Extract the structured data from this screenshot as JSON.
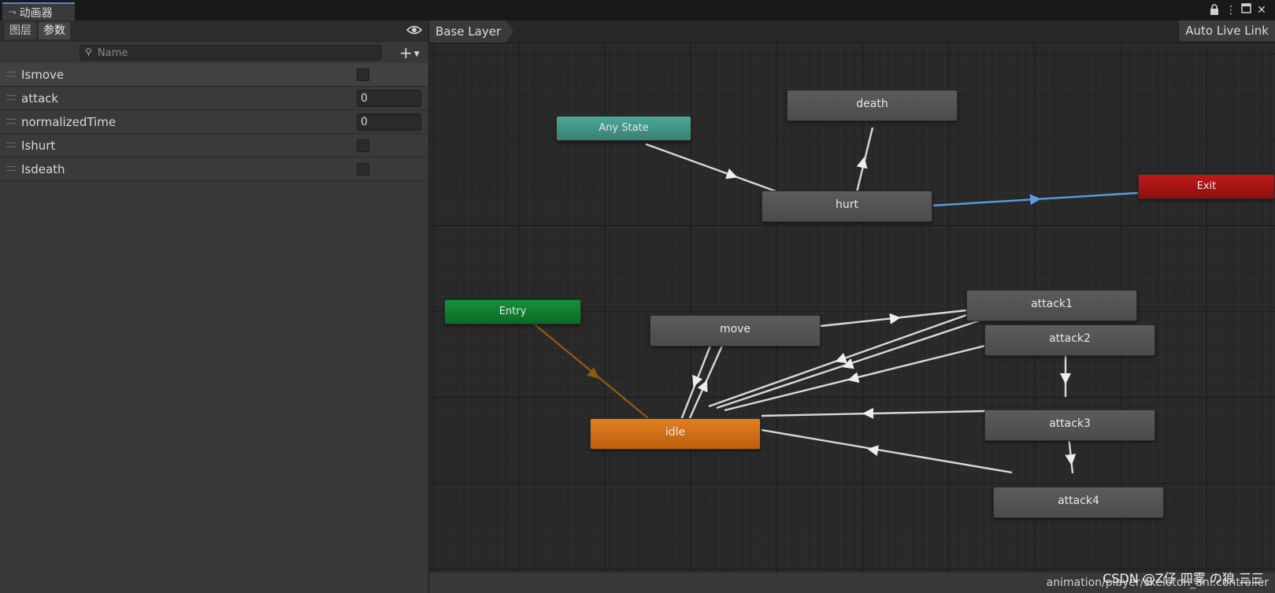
{
  "window": {
    "tab_title": "动画器",
    "buttons": [
      "lock-icon",
      "menu-dots-icon",
      "maximize-icon",
      "close-icon"
    ]
  },
  "left_panel": {
    "tabs": [
      {
        "label": "图层",
        "active": false
      },
      {
        "label": "参数",
        "active": true
      }
    ],
    "search": {
      "placeholder": "Name",
      "value": ""
    },
    "add_label": "+",
    "parameters": [
      {
        "name": "Ismove",
        "type": "bool",
        "value": false
      },
      {
        "name": "attack",
        "type": "int",
        "value": "0"
      },
      {
        "name": "normalizedTime",
        "type": "float",
        "value": "0"
      },
      {
        "name": "Ishurt",
        "type": "bool",
        "value": false
      },
      {
        "name": "Isdeath",
        "type": "bool",
        "value": false
      }
    ]
  },
  "graph": {
    "breadcrumb": "Base Layer",
    "auto_live_link": "Auto Live Link",
    "states": {
      "any_state": "Any State",
      "entry": "Entry",
      "exit": "Exit",
      "death": "death",
      "hurt": "hurt",
      "move": "move",
      "idle": "idle",
      "attack1": "attack1",
      "attack2": "attack2",
      "attack3": "attack3",
      "attack4": "attack4"
    },
    "default_state": "idle",
    "colors": {
      "entry": "#15923a",
      "any_state": "#4aa898",
      "exit": "#c01a1a",
      "default_state": "#e28020",
      "state": "#525355",
      "transition": "#d8d8d8",
      "exit_transition": "#5b9bdf",
      "entry_transition": "#8a5a10"
    }
  },
  "status": {
    "path": "animation/player/skeleton_ani.controller",
    "watermark": "CSDN @Z仔 四雾 の狼 三三"
  }
}
